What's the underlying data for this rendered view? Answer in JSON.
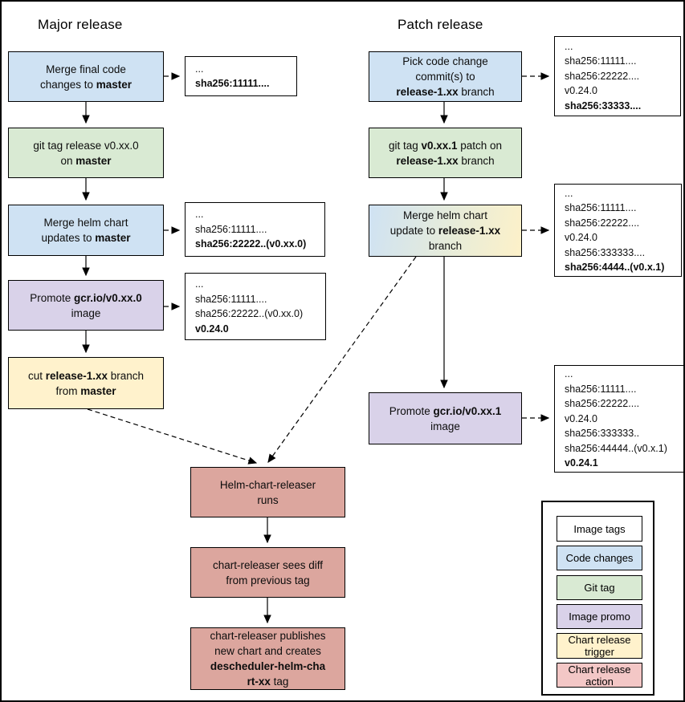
{
  "headings": {
    "major": "Major release",
    "patch": "Patch release"
  },
  "flow_nodes": {
    "merge_final_code": [
      [
        {
          "t": "Merge final code"
        }
      ],
      [
        {
          "t": "changes to "
        },
        {
          "t": "master",
          "b": true
        }
      ]
    ],
    "git_tag_major": [
      [
        {
          "t": "git tag release v0.xx.0"
        }
      ],
      [
        {
          "t": "on "
        },
        {
          "t": "master",
          "b": true
        }
      ]
    ],
    "merge_helm_master": [
      [
        {
          "t": "Merge helm chart"
        }
      ],
      [
        {
          "t": "updates to "
        },
        {
          "t": "master",
          "b": true
        }
      ]
    ],
    "promote_major": [
      [
        {
          "t": "Promote "
        },
        {
          "t": "gcr.io/v0.xx.0",
          "b": true
        }
      ],
      [
        {
          "t": "image"
        }
      ]
    ],
    "cut_release_branch": [
      [
        {
          "t": "cut "
        },
        {
          "t": "release-1.xx",
          "b": true
        },
        {
          "t": " branch"
        }
      ],
      [
        {
          "t": "from "
        },
        {
          "t": "master",
          "b": true
        }
      ]
    ],
    "pick_code_change": [
      [
        {
          "t": "Pick code change"
        }
      ],
      [
        {
          "t": "commit(s) to"
        }
      ],
      [
        {
          "t": "release-1.xx",
          "b": true
        },
        {
          "t": " branch"
        }
      ]
    ],
    "git_tag_patch": [
      [
        {
          "t": "git tag "
        },
        {
          "t": "v0.xx.1",
          "b": true
        },
        {
          "t": " patch on"
        }
      ],
      [
        {
          "t": "release-1.xx",
          "b": true
        },
        {
          "t": " branch"
        }
      ]
    ],
    "merge_helm_release": [
      [
        {
          "t": "Merge helm chart"
        }
      ],
      [
        {
          "t": "update to "
        },
        {
          "t": "release-1.xx",
          "b": true
        }
      ],
      [
        {
          "t": "branch"
        }
      ]
    ],
    "promote_patch": [
      [
        {
          "t": "Promote "
        },
        {
          "t": "gcr.io/v0.xx.1",
          "b": true
        }
      ],
      [
        {
          "t": "image"
        }
      ]
    ],
    "releaser_runs": [
      [
        {
          "t": "Helm-chart-releaser"
        }
      ],
      [
        {
          "t": "runs"
        }
      ]
    ],
    "releaser_diff": [
      [
        {
          "t": "chart-releaser sees diff"
        }
      ],
      [
        {
          "t": "from previous tag"
        }
      ]
    ],
    "releaser_publish": [
      [
        {
          "t": "chart-releaser publishes"
        }
      ],
      [
        {
          "t": "new chart and creates"
        }
      ],
      [
        {
          "t": "descheduler-helm-cha",
          "b": true
        }
      ],
      [
        {
          "t": "rt-xx",
          "b": true
        },
        {
          "t": " tag"
        }
      ]
    ]
  },
  "image_tag_boxes": {
    "major_1": [
      [
        {
          "t": "..."
        }
      ],
      [
        {
          "t": "sha256:11111....",
          "b": true
        }
      ]
    ],
    "major_2": [
      [
        {
          "t": "..."
        }
      ],
      [
        {
          "t": "sha256:11111...."
        }
      ],
      [
        {
          "t": "sha256:22222..(v0.xx.0)",
          "b": true
        }
      ]
    ],
    "major_3": [
      [
        {
          "t": "..."
        }
      ],
      [
        {
          "t": "sha256:11111...."
        }
      ],
      [
        {
          "t": "sha256:22222..(v0.xx.0)"
        }
      ],
      [
        {
          "t": "v0.24.0",
          "b": true
        }
      ]
    ],
    "patch_1": [
      [
        {
          "t": "..."
        }
      ],
      [
        {
          "t": "sha256:11111...."
        }
      ],
      [
        {
          "t": "sha256:22222...."
        }
      ],
      [
        {
          "t": "v0.24.0"
        }
      ],
      [
        {
          "t": "sha256:33333....",
          "b": true
        }
      ]
    ],
    "patch_2": [
      [
        {
          "t": "..."
        }
      ],
      [
        {
          "t": "sha256:11111...."
        }
      ],
      [
        {
          "t": "sha256:22222...."
        }
      ],
      [
        {
          "t": "v0.24.0"
        }
      ],
      [
        {
          "t": "sha256:333333...."
        }
      ],
      [
        {
          "t": "sha256:4444..(v0.x.1)",
          "b": true
        }
      ]
    ],
    "patch_3": [
      [
        {
          "t": "..."
        }
      ],
      [
        {
          "t": "sha256:11111...."
        }
      ],
      [
        {
          "t": "sha256:22222...."
        }
      ],
      [
        {
          "t": "v0.24.0"
        }
      ],
      [
        {
          "t": "sha256:333333.."
        }
      ],
      [
        {
          "t": "sha256:44444..(v0.x.1)"
        }
      ],
      [
        {
          "t": "v0.24.1",
          "b": true
        }
      ]
    ]
  },
  "legend": {
    "items": [
      {
        "label": "Image tags",
        "color": "#ffffff"
      },
      {
        "label": "Code changes",
        "color": "#cfe2f3"
      },
      {
        "label": "Git tag",
        "color": "#d9ead3"
      },
      {
        "label": "Image promo",
        "color": "#d9d2e9"
      },
      {
        "label": "Chart release trigger",
        "color": "#fff2cc"
      },
      {
        "label": "Chart release action",
        "color": "#f3c7c6"
      }
    ]
  },
  "colors": {
    "code_changes": "#cfe2f3",
    "git_tag": "#d9ead3",
    "image_promo": "#d9d2e9",
    "chart_release_trigger": "#fff2cc",
    "chart_release_action": "#dca69e",
    "legend_action": "#f3c7c6",
    "line": "#000000",
    "background": "#ffffff"
  }
}
